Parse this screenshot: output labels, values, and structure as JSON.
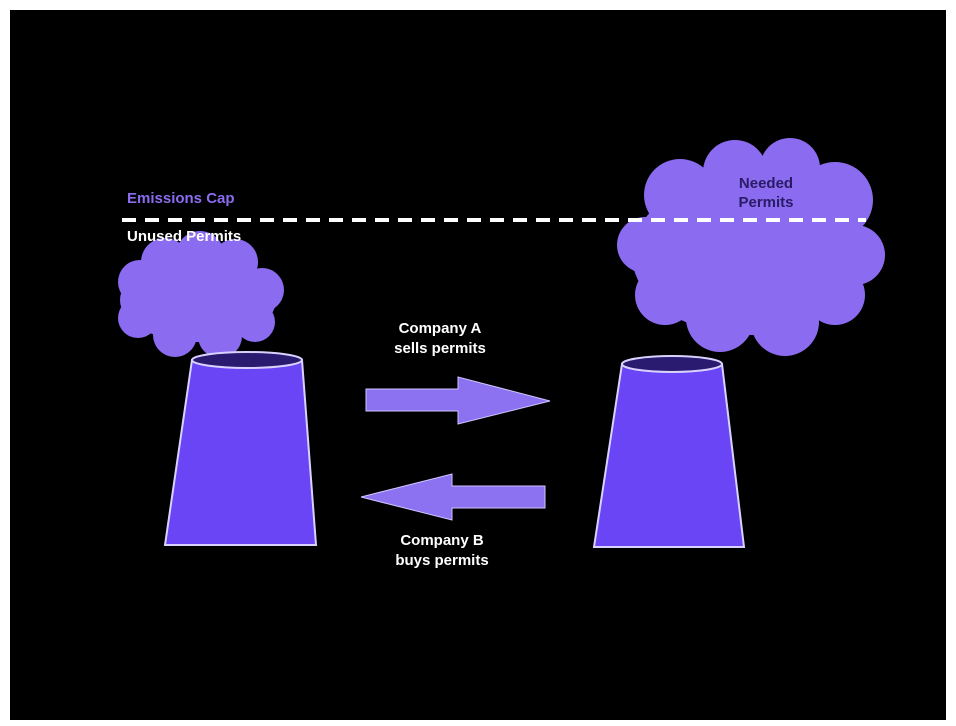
{
  "labels": {
    "emissions_cap": "Emissions Cap",
    "unused_permits": "Unused Permits",
    "needed_permits_line1": "Needed",
    "needed_permits_line2": "Permits",
    "company_a_line1": "Company A",
    "company_a_line2": "sells permits",
    "company_b_line1": "Company B",
    "company_b_line2": "buys permits"
  },
  "colors": {
    "background": "#000000",
    "frame": "#ffffff",
    "smoke": "#8b6cf0",
    "stack_fill": "#6a45f5",
    "stack_outline": "#d9d2ff",
    "arrow": "#8c72f0",
    "cap_label": "#8b6cf0",
    "cap_line": "#ffffff",
    "text_light": "#ffffff",
    "text_dark": "#2a1b66"
  }
}
